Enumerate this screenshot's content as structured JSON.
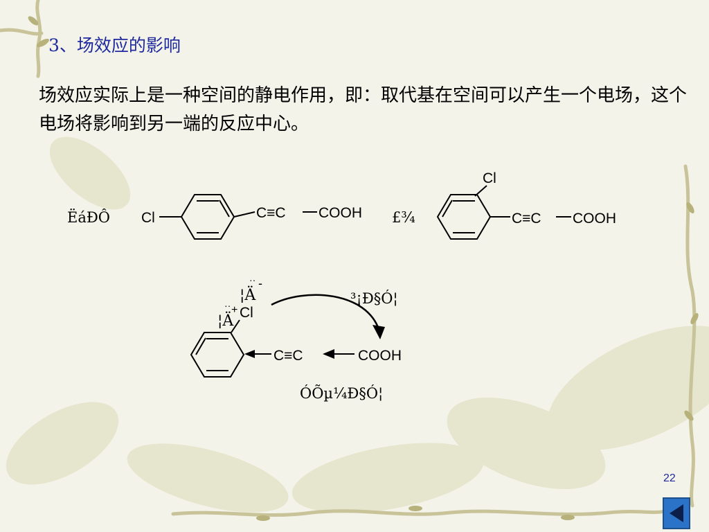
{
  "slide": {
    "heading": "3、场效应的影响",
    "paragraph": "场效应实际上是一种空间的静电作用，即：取代基在空间可以产生一个电场，这个电场将影响到另一端的反应中心。",
    "page_number": "22"
  },
  "diagram": {
    "row1_label": "ËáÐÔ",
    "para_substituent": "Cl",
    "triple_bond_1": "C≡C",
    "acid_1": "COOH",
    "comparison": "£¾",
    "ortho_substituent": "Cl",
    "triple_bond_2": "C≡C",
    "acid_2": "COOH",
    "dipole_top": "¦Ä",
    "dipole_top_charge": "-",
    "dipole_bottom": "¦Ä",
    "dipole_bottom_charge": "+",
    "dipole_atom": "Cl",
    "field_label": "³¡Ð§Ó¦",
    "triple_bond_3": "C≡C",
    "acid_3": "COOH",
    "inductive_label": "ÓÕµ¼Ð§Ó¦"
  },
  "colors": {
    "heading": "#1e2a9e",
    "nav_button": "#2a73c8"
  },
  "icons": {
    "nav": "left-triangle-icon"
  }
}
